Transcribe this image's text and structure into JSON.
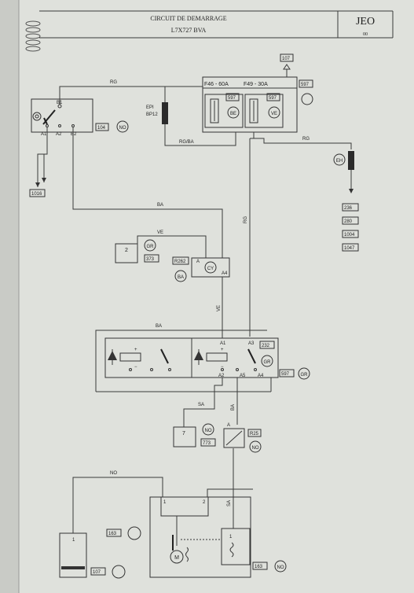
{
  "header": {
    "title": "CIRCUIT DE DEMARRAGE",
    "subtitle": "L7X727 BVA",
    "code": "JEO",
    "page": "00"
  },
  "labels": {
    "ref_107_top": "107",
    "fuse1": "F46 - 60A",
    "fuse2": "F49 - 30A",
    "ref_597_a": "597",
    "ref_597_b": "597",
    "ref_597_c": "597",
    "ref_597_d": "597",
    "be": "BE",
    "ve_circle": "VE",
    "wire_rg_top": "RG",
    "wire_rgba": "RG/BA",
    "wire_rg_right": "RG",
    "wire_rg_vert": "RG",
    "epi": "EPI",
    "bp12": "BP12",
    "b1": "B1",
    "a1": "A1",
    "a2": "A2",
    "b2": "B2",
    "ref_104": "104",
    "no_1": "NO",
    "ref_1016": "1016",
    "eh": "EH",
    "ref_236": "236",
    "ref_280": "280",
    "ref_1004": "1004",
    "ref_1047": "1047",
    "wire_ba_1": "BA",
    "wire_ve_1": "VE",
    "gr_1": "GR",
    "ref_373": "373",
    "comp_2": "2",
    "r262": "R262",
    "ba_circle": "BA",
    "cy": "CY",
    "pin_a": "A",
    "pin_a4": "A4",
    "wire_ve_2": "VE",
    "wire_ba_2": "BA",
    "pin_a1": "A1",
    "pin_a3": "A3",
    "ref_232": "232",
    "gr_2": "GR",
    "pin_a2": "A2",
    "pin_a5": "A5",
    "pin_a4b": "A4",
    "gr_3": "GR",
    "wire_sa_1": "SA",
    "wire_ba_3": "BA",
    "comp_7": "7",
    "no_2": "NO",
    "ref_773": "773",
    "r25_a": "A",
    "r25": "R25",
    "no_3": "NO",
    "wire_no": "NO",
    "wire_sa_2": "SA",
    "bat_1": "1",
    "ref_163_a": "163",
    "ref_107_b": "107",
    "st_1": "1",
    "st_2": "2",
    "motor": "M",
    "sol_1": "1",
    "ref_163_b": "163",
    "no_4": "NO"
  }
}
